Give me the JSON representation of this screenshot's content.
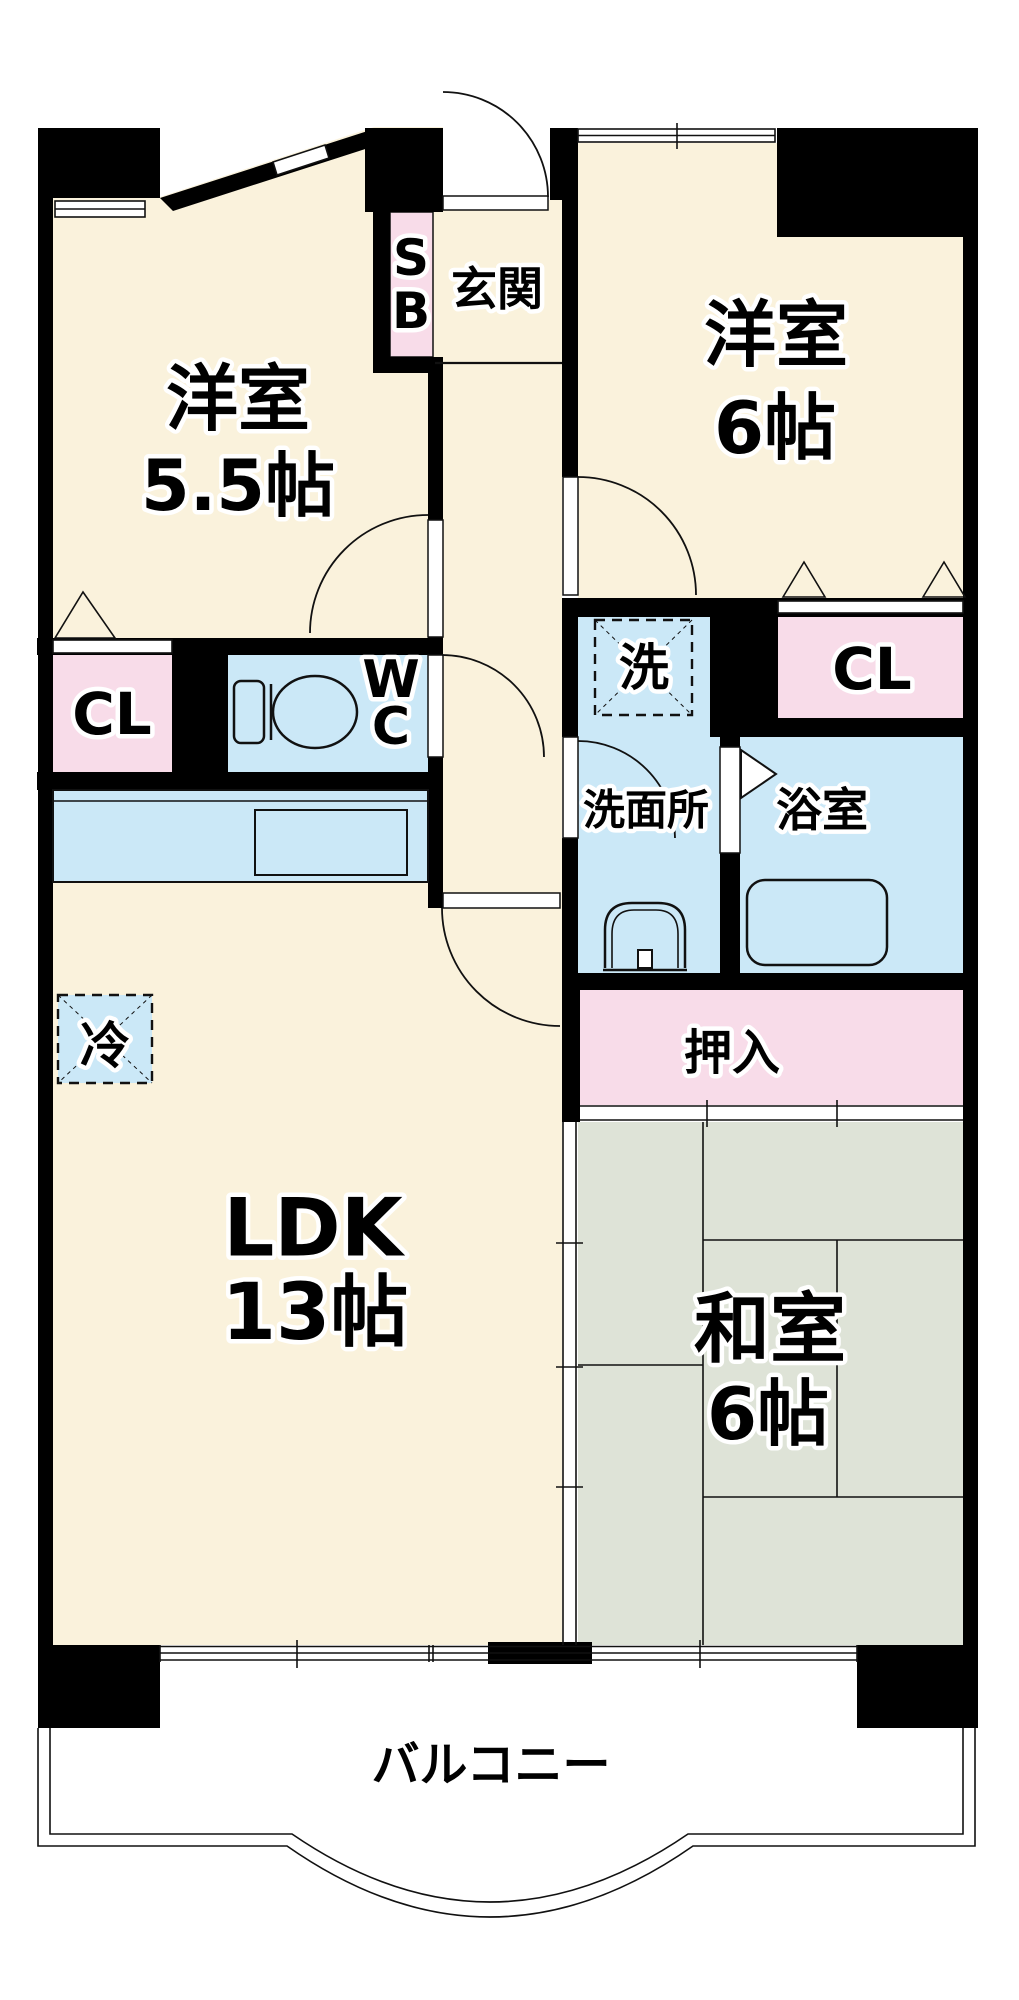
{
  "title": "apartment-floor-plan",
  "labels": {
    "room1_name": "洋室",
    "room1_size": "5.5帖",
    "room2_name": "洋室",
    "room2_size": "6帖",
    "ldk_name": "LDK",
    "ldk_size": "13帖",
    "washitsu_name": "和室",
    "washitsu_size": "6帖",
    "entrance": "玄関",
    "sb_line1": "S",
    "sb_line2": "B",
    "closet_left": "CL",
    "closet_right": "CL",
    "wc_line1": "W",
    "wc_line2": "C",
    "washer": "洗",
    "washroom": "洗面所",
    "bathroom": "浴室",
    "oshiire": "押入",
    "refrigerator": "冷",
    "balcony": "バルコニー"
  },
  "colors": {
    "floor_cream": "#faf2dc",
    "accent_pink": "#f8dce9",
    "accent_blue": "#cbe8f7",
    "tatami_green": "#dee3d7",
    "wall_black": "#000000",
    "line_black": "#111111"
  }
}
